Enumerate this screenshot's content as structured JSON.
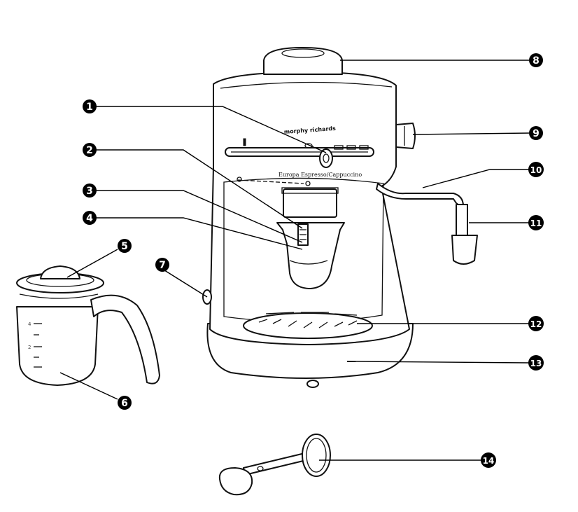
{
  "product": {
    "brand": "morphy richards",
    "model": "Europa Espresso/Cappuccino"
  },
  "jug": {
    "scale_marks": [
      "4",
      "2"
    ]
  },
  "callouts": [
    {
      "number": "1"
    },
    {
      "number": "2"
    },
    {
      "number": "3"
    },
    {
      "number": "4"
    },
    {
      "number": "5"
    },
    {
      "number": "6"
    },
    {
      "number": "7"
    },
    {
      "number": "8"
    },
    {
      "number": "9"
    },
    {
      "number": "10"
    },
    {
      "number": "11"
    },
    {
      "number": "12"
    },
    {
      "number": "13"
    },
    {
      "number": "14"
    }
  ]
}
